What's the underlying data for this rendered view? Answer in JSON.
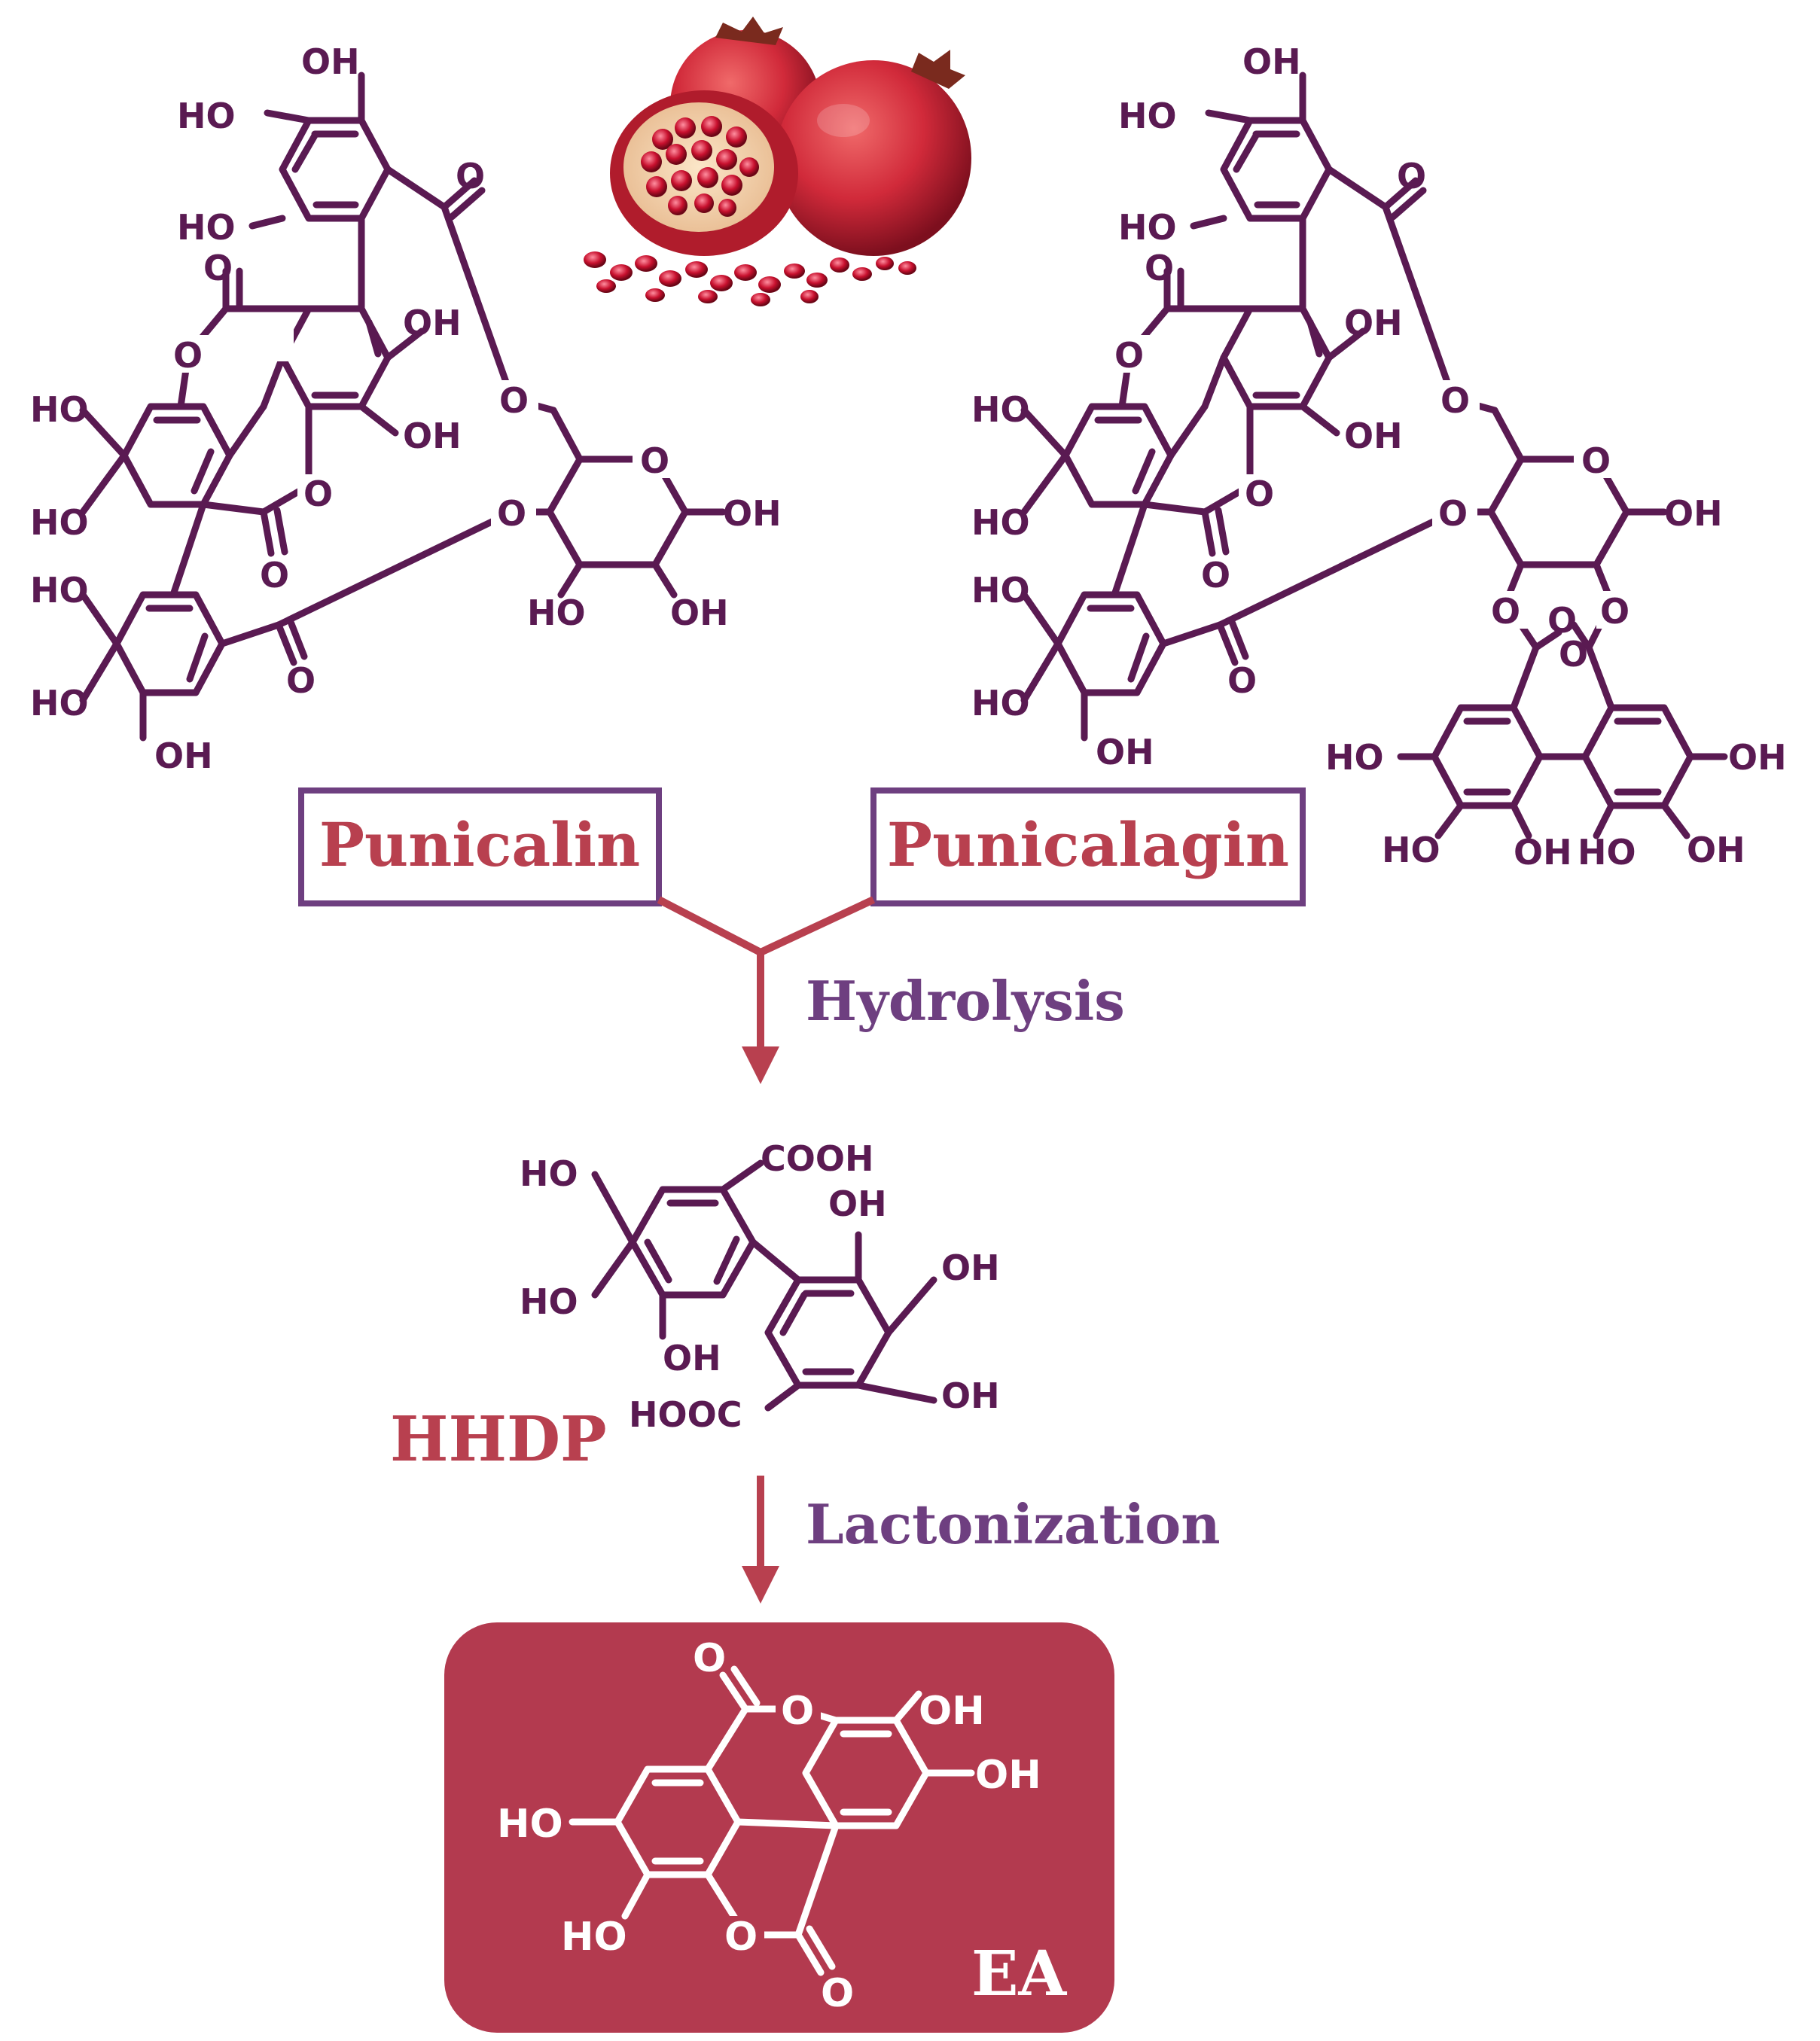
{
  "compounds": {
    "punicalin": "Punicalin",
    "punicalagin": "Punicalagin",
    "hhdp": "HHDP",
    "ea": "EA"
  },
  "steps": {
    "hydrolysis": "Hydrolysis",
    "lactonization": "Lactonization"
  },
  "atoms": {
    "oh": "OH",
    "ho": "HO",
    "o": "O",
    "cooh": "COOH",
    "hooc": "HOOC"
  },
  "colors": {
    "structure": "#5a1a52",
    "accent_red": "#b8404f",
    "accent_purple": "#6e3f80",
    "ea_box": "#b33a4f"
  },
  "image": {
    "subject": "pomegranate-icon"
  }
}
